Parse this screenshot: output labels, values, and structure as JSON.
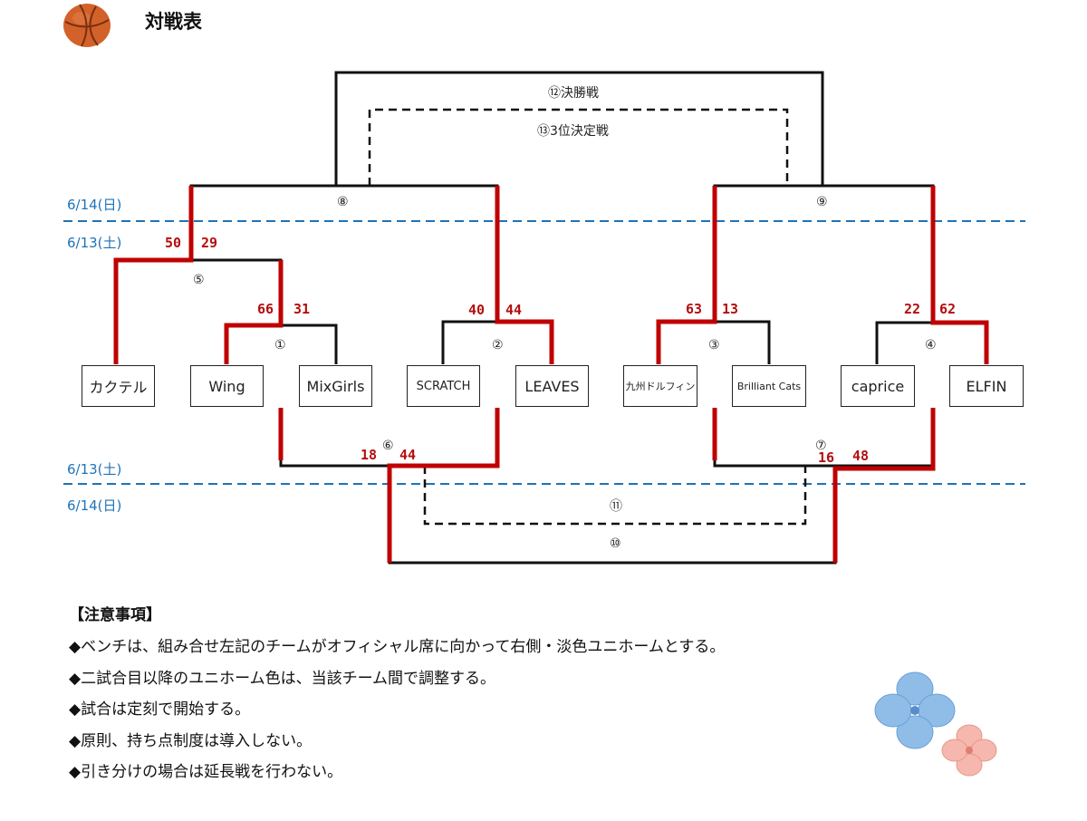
{
  "title": "対戦表",
  "dates": {
    "top_day2": "6/14(日)",
    "top_day1": "6/13(土)",
    "bottom_day1": "6/13(土)",
    "bottom_day2": "6/14(日)"
  },
  "finals": {
    "final": "⑫決勝戦",
    "third_place": "⑬3位決定戦"
  },
  "teams": [
    "カクテル",
    "Wing",
    "MixGirls",
    "SCRATCH",
    "LEAVES",
    "九州ドルフィン",
    "Brilliant Cats",
    "caprice",
    "ELFIN"
  ],
  "matches": {
    "m1": "①",
    "m2": "②",
    "m3": "③",
    "m4": "④",
    "m5": "⑤",
    "m6": "⑥",
    "m7": "⑦",
    "m8": "⑧",
    "m9": "⑨",
    "m10": "⑩",
    "m11": "⑪"
  },
  "scores": {
    "m1": [
      "66",
      "31"
    ],
    "m2": [
      "40",
      "44"
    ],
    "m3": [
      "63",
      "13"
    ],
    "m4": [
      "22",
      "62"
    ],
    "m5": [
      "50",
      "29"
    ],
    "m6": [
      "18",
      "44"
    ],
    "m7": [
      "16",
      "48"
    ]
  },
  "colors": {
    "winner_line": "#c00000",
    "bracket_line": "#111111",
    "date_divider": "#1e73b8"
  },
  "notes": {
    "title": "【注意事項】",
    "items": [
      "◆ベンチは、組み合せ左記のチームがオフィシャル席に向かって右側・淡色ユニホームとする。",
      "◆二試合目以降のユニホーム色は、当該チーム間で調整する。",
      "◆試合は定刻で開始する。",
      "◆原則、持ち点制度は導入しない。",
      "◆引き分けの場合は延長戦を行わない。"
    ]
  },
  "icons": {
    "header": "basketball-icon",
    "decoration": "hydrangea-flower-icon"
  }
}
